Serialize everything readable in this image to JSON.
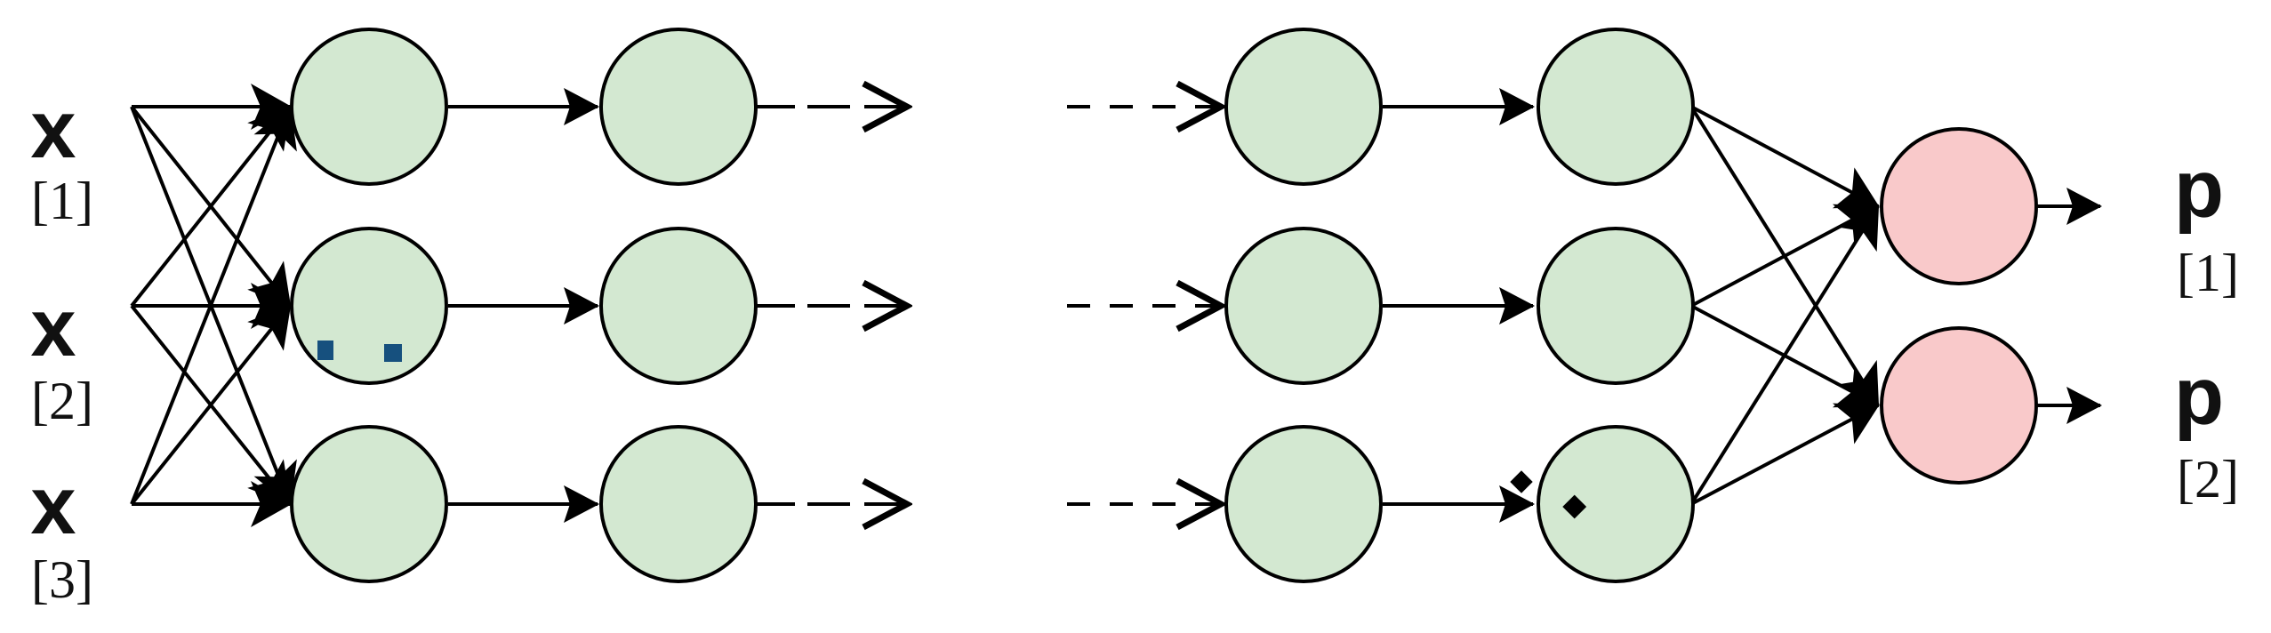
{
  "diagram": {
    "title": "deep-neural-network-schematic",
    "inputs": [
      {
        "var": "x",
        "sub": "[1]"
      },
      {
        "var": "x",
        "sub": "[2]"
      },
      {
        "var": "x",
        "sub": "[3]"
      }
    ],
    "outputs": [
      {
        "var": "p",
        "sub": "[1]"
      },
      {
        "var": "p",
        "sub": "[2]"
      }
    ],
    "layers": [
      {
        "name": "hidden-layer-1",
        "neurons": 3,
        "fill": "green"
      },
      {
        "name": "hidden-layer-2",
        "neurons": 3,
        "fill": "green"
      },
      {
        "name": "hidden-layer-k",
        "neurons": 3,
        "fill": "green"
      },
      {
        "name": "hidden-layer-n",
        "neurons": 3,
        "fill": "green"
      },
      {
        "name": "output-layer",
        "neurons": 2,
        "fill": "pink"
      }
    ],
    "connections": {
      "input_to_layer1": "full, solid arrows",
      "layer1_to_layer2": "one-to-one, solid arrows",
      "layer2_out": "dashed arrows (continues)",
      "layerk_in": "dashed arrows (continues)",
      "layerk_to_layern": "one-to-one, solid arrows",
      "layern_to_output": "full, solid arrows",
      "output_out": "solid arrows"
    },
    "colors": {
      "neuron_green": "#d3e8d1",
      "neuron_pink": "#f9c9ca",
      "stroke": "#000000",
      "artifact_blue": "#16507e"
    }
  }
}
